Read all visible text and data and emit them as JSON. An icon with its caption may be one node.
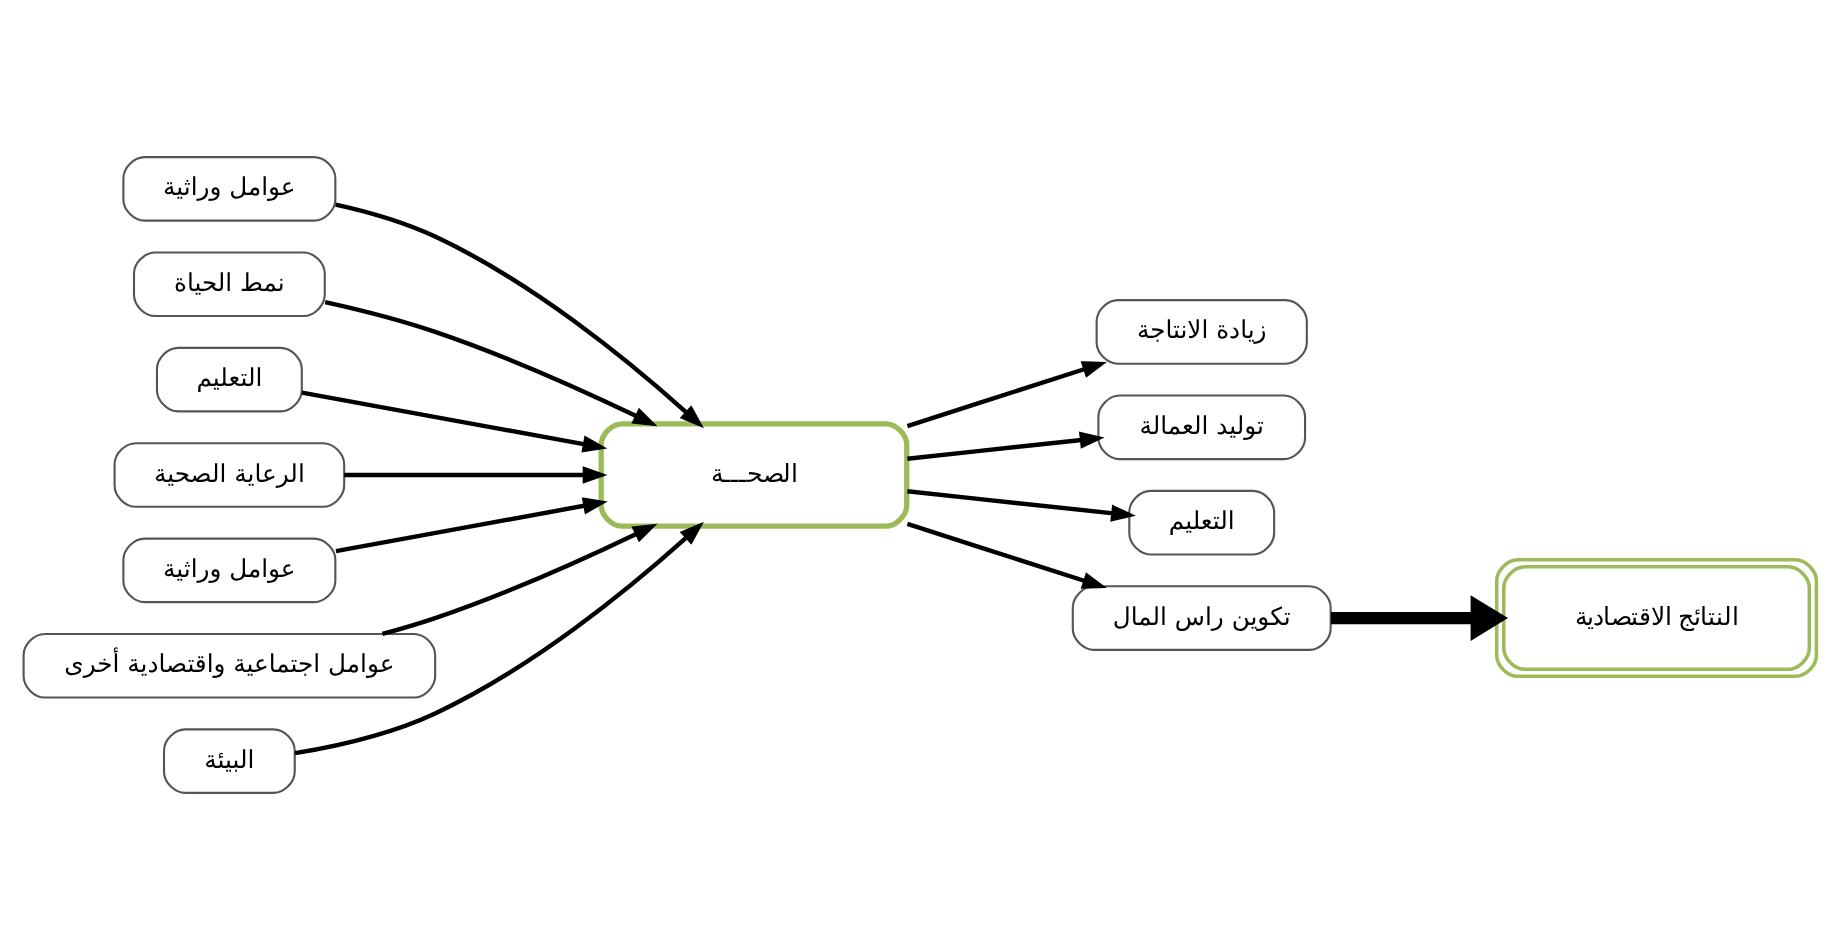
{
  "diagram": {
    "nodes": [
      {
        "text": [
          "عوامل وراثية"
        ]
      },
      {
        "text": [
          "نمط الحياة"
        ]
      },
      {
        "text": [
          "التعليم"
        ]
      },
      {
        "text": [
          "الرعاية الصحية"
        ]
      },
      {
        "text": [
          "عوامل وراثية"
        ]
      },
      {
        "text": [
          "عوامل اجتماعية واقتصادية أخرى"
        ]
      },
      {
        "text": [
          "البيئة"
        ]
      },
      {
        "text": [
          "الصحـــة"
        ]
      },
      {
        "text": [
          "زيادة الانتاجة"
        ]
      },
      {
        "text": [
          "توليد العمالة"
        ]
      },
      {
        "text": [
          "التعليم"
        ]
      },
      {
        "text": [
          "تكوين راس المال"
        ]
      },
      {
        "text": [
          "النتائج الاقتصادية"
        ]
      }
    ],
    "edges": [
      {
        "from": 0,
        "to": 7,
        "arrow": "to"
      },
      {
        "from": 1,
        "to": 7,
        "arrow": "to"
      },
      {
        "from": 2,
        "to": 7,
        "arrow": "to"
      },
      {
        "from": 3,
        "to": 7,
        "arrow": "to"
      },
      {
        "from": 4,
        "to": 7,
        "arrow": "to"
      },
      {
        "from": 5,
        "to": 7,
        "arrow": "to"
      },
      {
        "from": 6,
        "to": 7,
        "arrow": "to"
      },
      {
        "from": 7,
        "to": 8,
        "arrow": "to"
      },
      {
        "from": 7,
        "to": 9,
        "arrow": "to"
      },
      {
        "from": 7,
        "to": 10,
        "arrow": "to"
      },
      {
        "from": 7,
        "to": 11,
        "arrow": "to"
      },
      {
        "from": 11,
        "to": 12,
        "arrow": "to",
        "style": "thick"
      }
    ]
  }
}
